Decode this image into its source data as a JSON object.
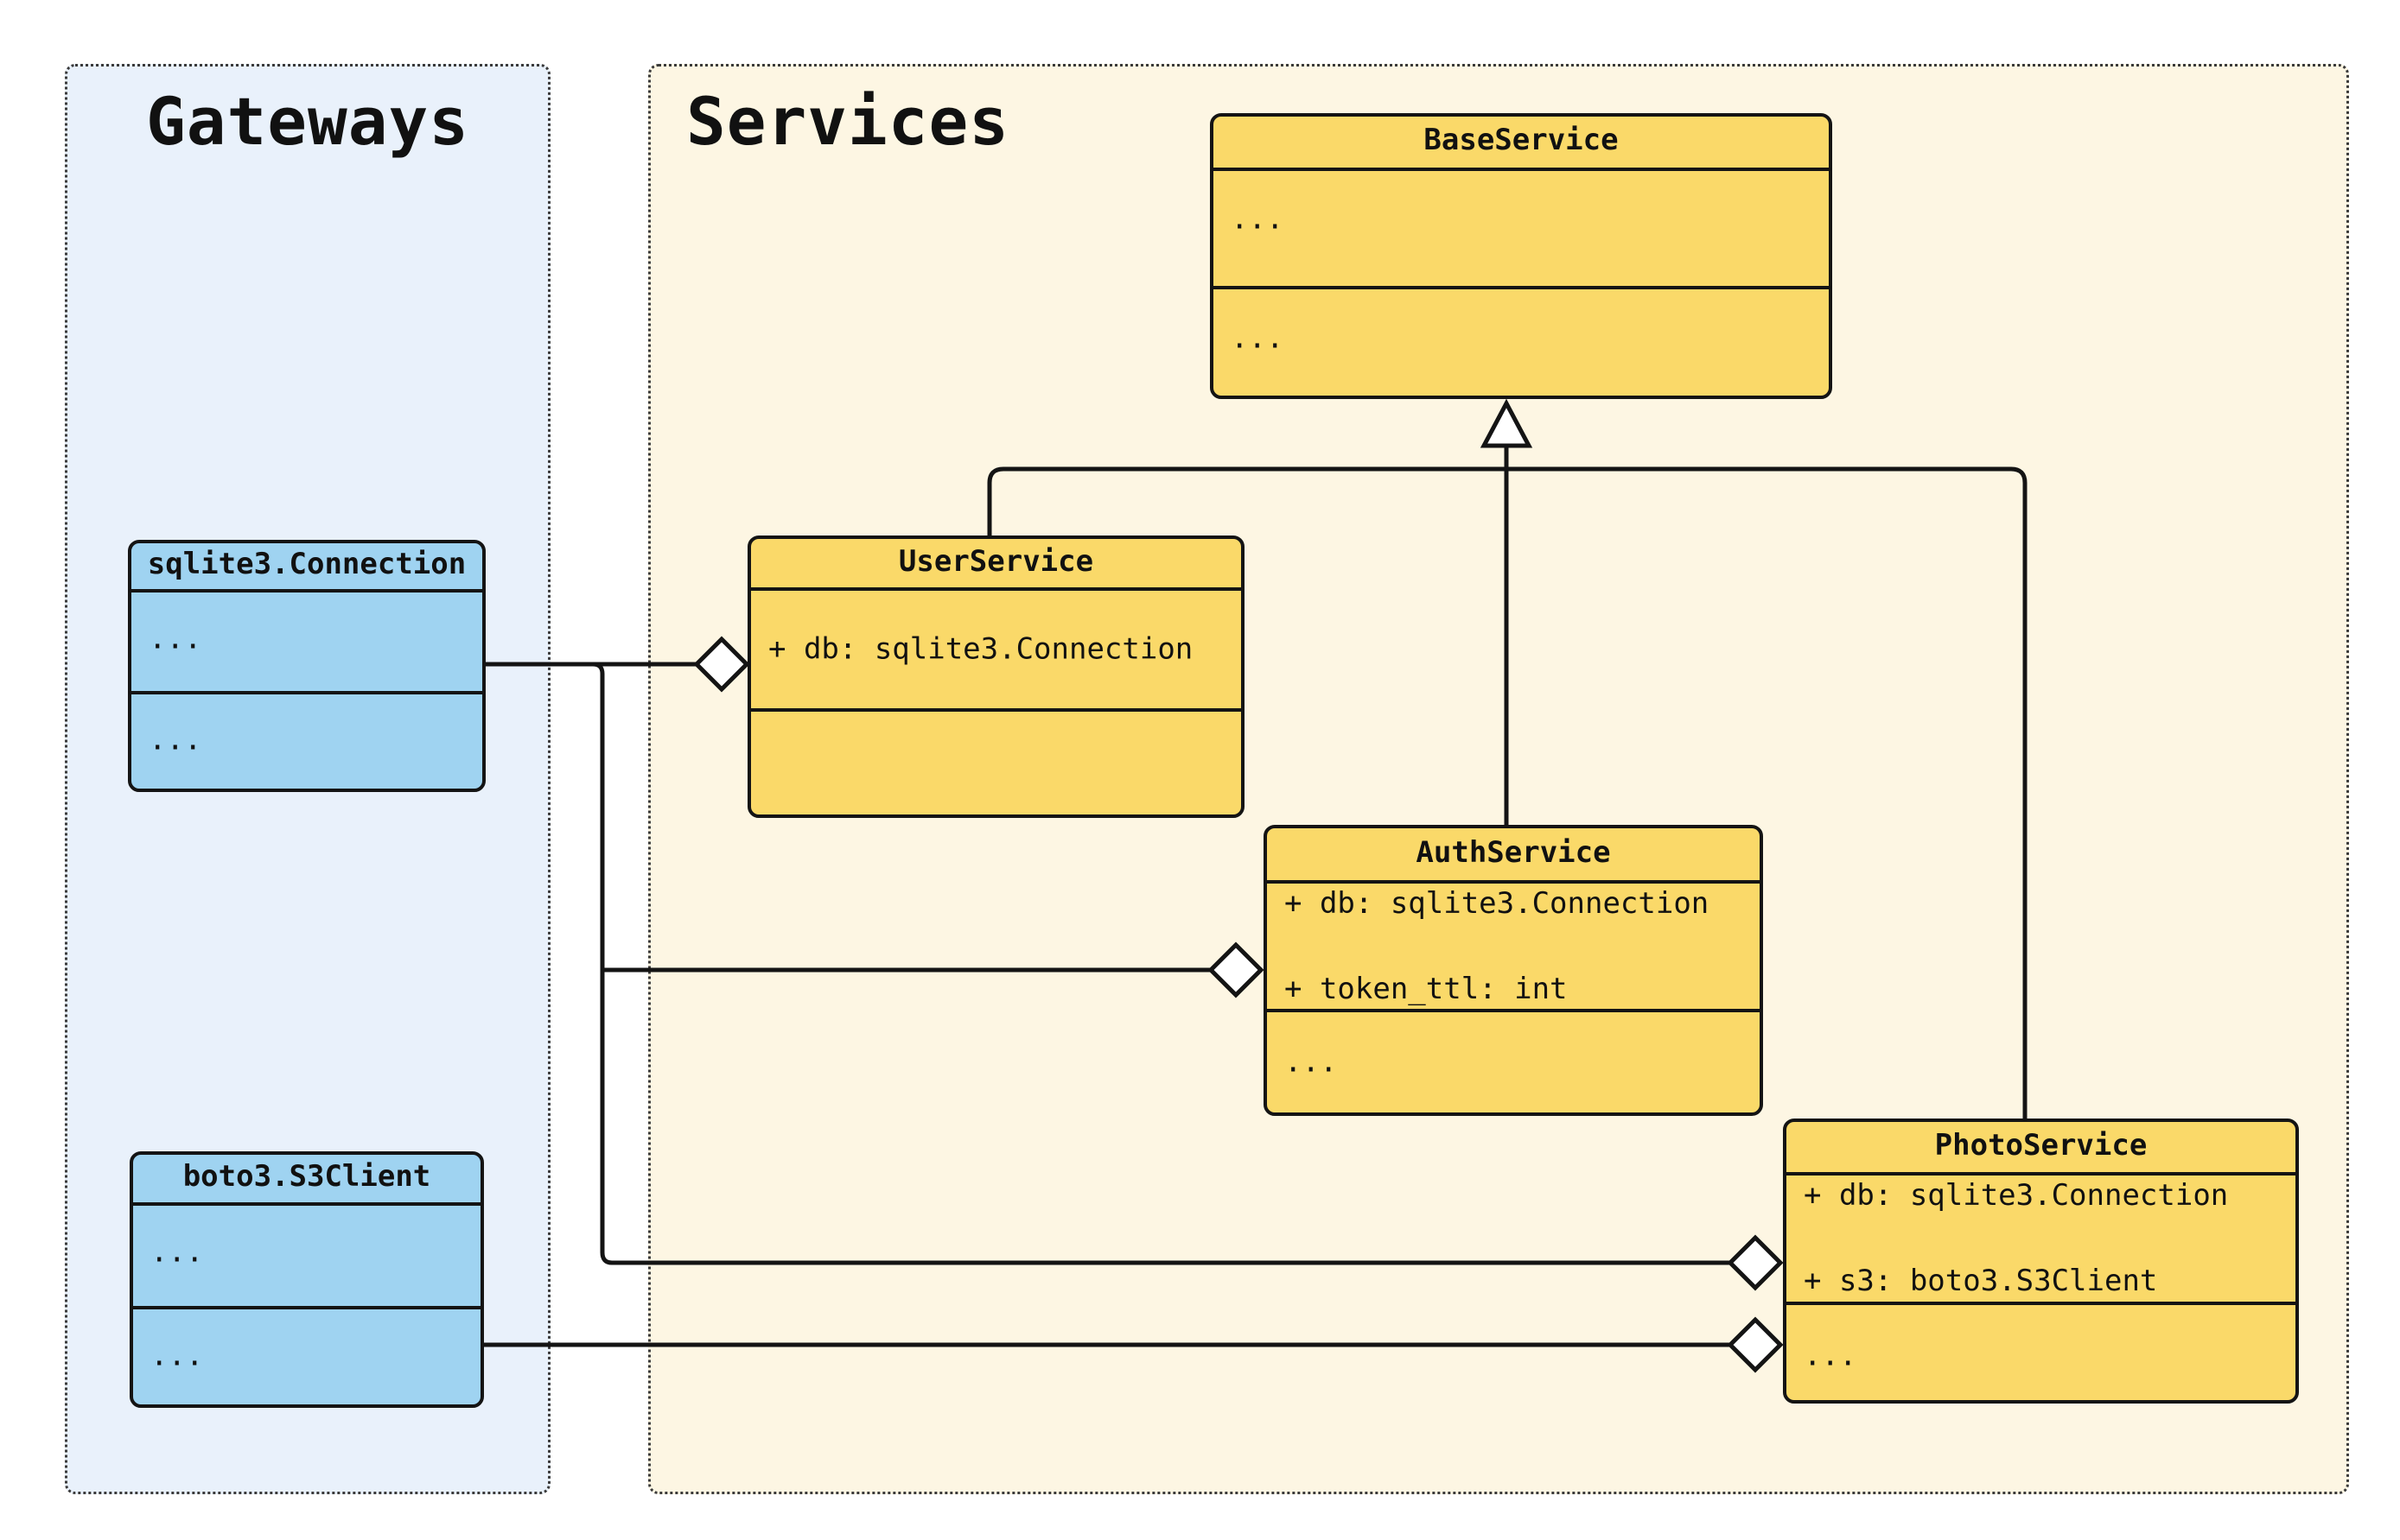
{
  "colors": {
    "canvas_bg": "#ffffff",
    "gateways_panel_bg": "#e9f1fb",
    "services_panel_bg": "#fdf6e3",
    "gateway_class_fill": "#9fd3f1",
    "service_class_fill": "#fad969",
    "stroke": "#141414"
  },
  "panels": {
    "gateways": {
      "title": "Gateways"
    },
    "services": {
      "title": "Services"
    }
  },
  "classes": {
    "sqlite": {
      "name": "sqlite3.Connection",
      "attr_lines": [
        "..."
      ],
      "method_lines": [
        "..."
      ]
    },
    "boto": {
      "name": "boto3.S3Client",
      "attr_lines": [
        "..."
      ],
      "method_lines": [
        "..."
      ]
    },
    "base": {
      "name": "BaseService",
      "attr_lines": [
        "..."
      ],
      "method_lines": [
        "..."
      ]
    },
    "user": {
      "name": "UserService",
      "attr_lines": [
        "+ db: sqlite3.Connection"
      ],
      "method_lines": []
    },
    "auth": {
      "name": "AuthService",
      "attr_lines": [
        "+ db: sqlite3.Connection",
        "+ token_ttl: int"
      ],
      "method_lines": [
        "..."
      ]
    },
    "photo": {
      "name": "PhotoService",
      "attr_lines": [
        "+ db: sqlite3.Connection",
        "+ s3: boto3.S3Client"
      ],
      "method_lines": [
        "..."
      ]
    }
  },
  "diagram": {
    "type": "uml-class-diagram",
    "groups": [
      {
        "name": "Gateways",
        "classes": [
          "sqlite3.Connection",
          "boto3.S3Client"
        ]
      },
      {
        "name": "Services",
        "classes": [
          "BaseService",
          "UserService",
          "AuthService",
          "PhotoService"
        ]
      }
    ],
    "edges": [
      {
        "from": "UserService",
        "to": "BaseService",
        "type": "inheritance"
      },
      {
        "from": "AuthService",
        "to": "BaseService",
        "type": "inheritance"
      },
      {
        "from": "PhotoService",
        "to": "BaseService",
        "type": "inheritance"
      },
      {
        "from": "sqlite3.Connection",
        "to": "UserService",
        "type": "aggregation",
        "attribute": "db"
      },
      {
        "from": "sqlite3.Connection",
        "to": "AuthService",
        "type": "aggregation",
        "attribute": "db"
      },
      {
        "from": "sqlite3.Connection",
        "to": "PhotoService",
        "type": "aggregation",
        "attribute": "db"
      },
      {
        "from": "boto3.S3Client",
        "to": "PhotoService",
        "type": "aggregation",
        "attribute": "s3"
      }
    ]
  }
}
